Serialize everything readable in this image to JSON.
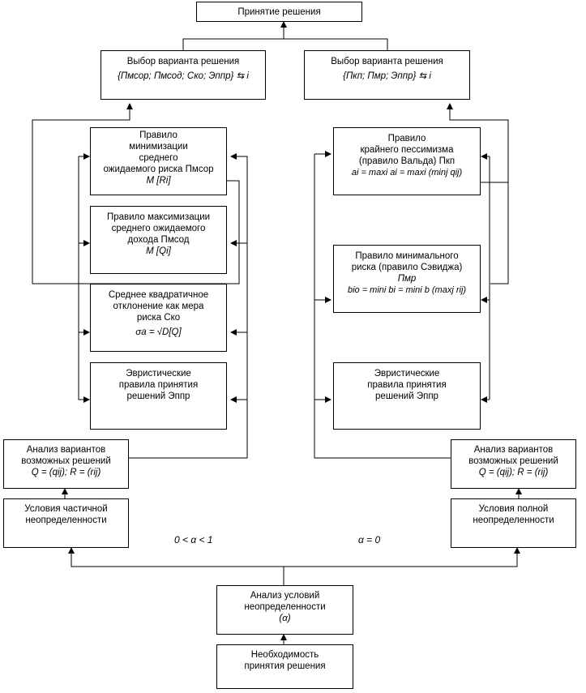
{
  "diagram": {
    "top_node": "Принятие решения",
    "choice_left": {
      "title": "Выбор варианта решения",
      "set": "{Пмсор; Пмсод; Ско; Эппр} ⇆ i"
    },
    "choice_right": {
      "title": "Выбор варианта решения",
      "set": "{Пкп; Пмр; Эппр} ⇆ i"
    },
    "rule_min_risk": {
      "lines": [
        "Правило",
        "минимизации",
        "среднего",
        "ожидаемого риска Пмсор"
      ],
      "formula": "M [Ri]"
    },
    "rule_max_income": {
      "lines": [
        "Правило максимизации",
        "среднего ожидаемого",
        "дохода Пмсод"
      ],
      "formula": "M [Qi]"
    },
    "rule_std": {
      "lines": [
        "Среднее квадратичное",
        "отклонение как мера",
        "риска Ско"
      ],
      "formula": "σa = √D[Q]"
    },
    "heuristic_left": {
      "lines": [
        "Эвристические",
        "правила принятия",
        "решений Эппр"
      ]
    },
    "rule_wald": {
      "lines": [
        "Правило",
        "крайнего пессимизма",
        "(правило Вальда) Пкп"
      ],
      "formula": "ai = maxi ai = maxi (minj qij)"
    },
    "rule_savage": {
      "lines": [
        "Правило минимального",
        "риска (правило Сэвиджа)",
        "Пмр"
      ],
      "formula": "bio = mini bi = mini b (maxj rij)"
    },
    "heuristic_right": {
      "lines": [
        "Эвристические",
        "правила принятия",
        "решений Эппр"
      ]
    },
    "analysis_left": {
      "lines": [
        "Анализ вариантов",
        "возможных решений",
        "Q = (qij); R = (rij)"
      ]
    },
    "analysis_right": {
      "lines": [
        "Анализ вариантов",
        "возможных решений",
        "Q = (qij); R = (rij)"
      ]
    },
    "cond_partial": {
      "lines": [
        "Условия частичной",
        "неопределенности"
      ]
    },
    "cond_full": {
      "lines": [
        "Условия полной",
        "неопределенности"
      ]
    },
    "alpha_partial": "0 < α < 1",
    "alpha_full": "α = 0",
    "uncertainty_analysis": {
      "lines": [
        "Анализ условий",
        "неопределенности",
        "(α)"
      ]
    },
    "need_decision": {
      "lines": [
        "Необходимость",
        "принятия решения"
      ]
    }
  }
}
